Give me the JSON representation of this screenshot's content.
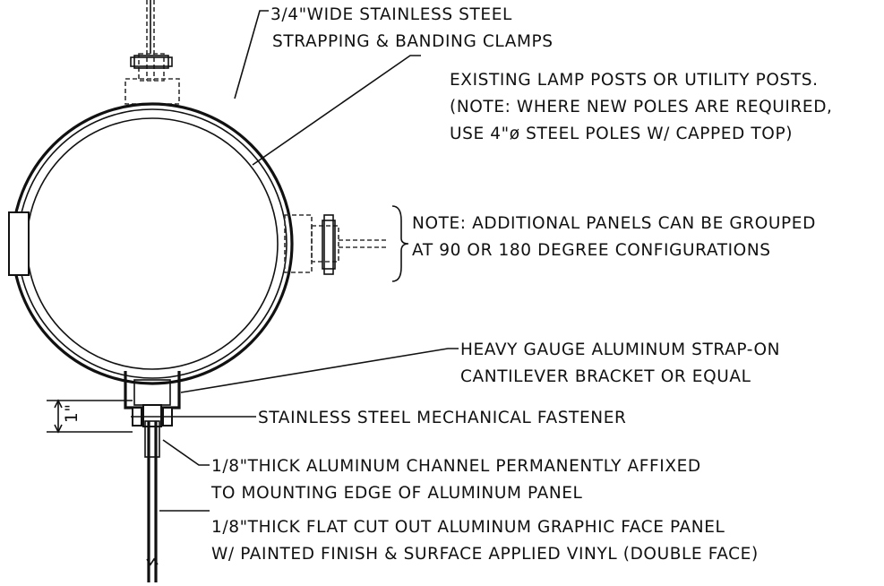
{
  "notes": {
    "strapping_line1": "3/4\"WIDE STAINLESS STEEL",
    "strapping_line2": "STRAPPING & BANDING CLAMPS",
    "posts_line1": "EXISTING LAMP POSTS OR UTILITY POSTS.",
    "posts_line2": "(NOTE: WHERE NEW POLES ARE REQUIRED,",
    "posts_line3": "USE 4\"ø STEEL POLES W/ CAPPED TOP)",
    "panels_line1": "NOTE: ADDITIONAL PANELS CAN BE GROUPED",
    "panels_line2": "AT 90 OR 180 DEGREE CONFIGURATIONS",
    "bracket_line1": "HEAVY GAUGE ALUMINUM STRAP-ON",
    "bracket_line2": "CANTILEVER BRACKET OR EQUAL",
    "fastener_line1": "STAINLESS STEEL MECHANICAL FASTENER",
    "channel_line1": "1/8\"THICK ALUMINUM CHANNEL PERMANENTLY AFFIXED",
    "channel_line2": "TO MOUNTING EDGE OF ALUMINUM PANEL",
    "panel_line1": "1/8\"THICK FLAT CUT OUT ALUMINUM GRAPHIC FACE PANEL",
    "panel_line2": "W/ PAINTED FINISH & SURFACE APPLIED VINYL (DOUBLE FACE)"
  },
  "dimension": {
    "label": "1\""
  }
}
